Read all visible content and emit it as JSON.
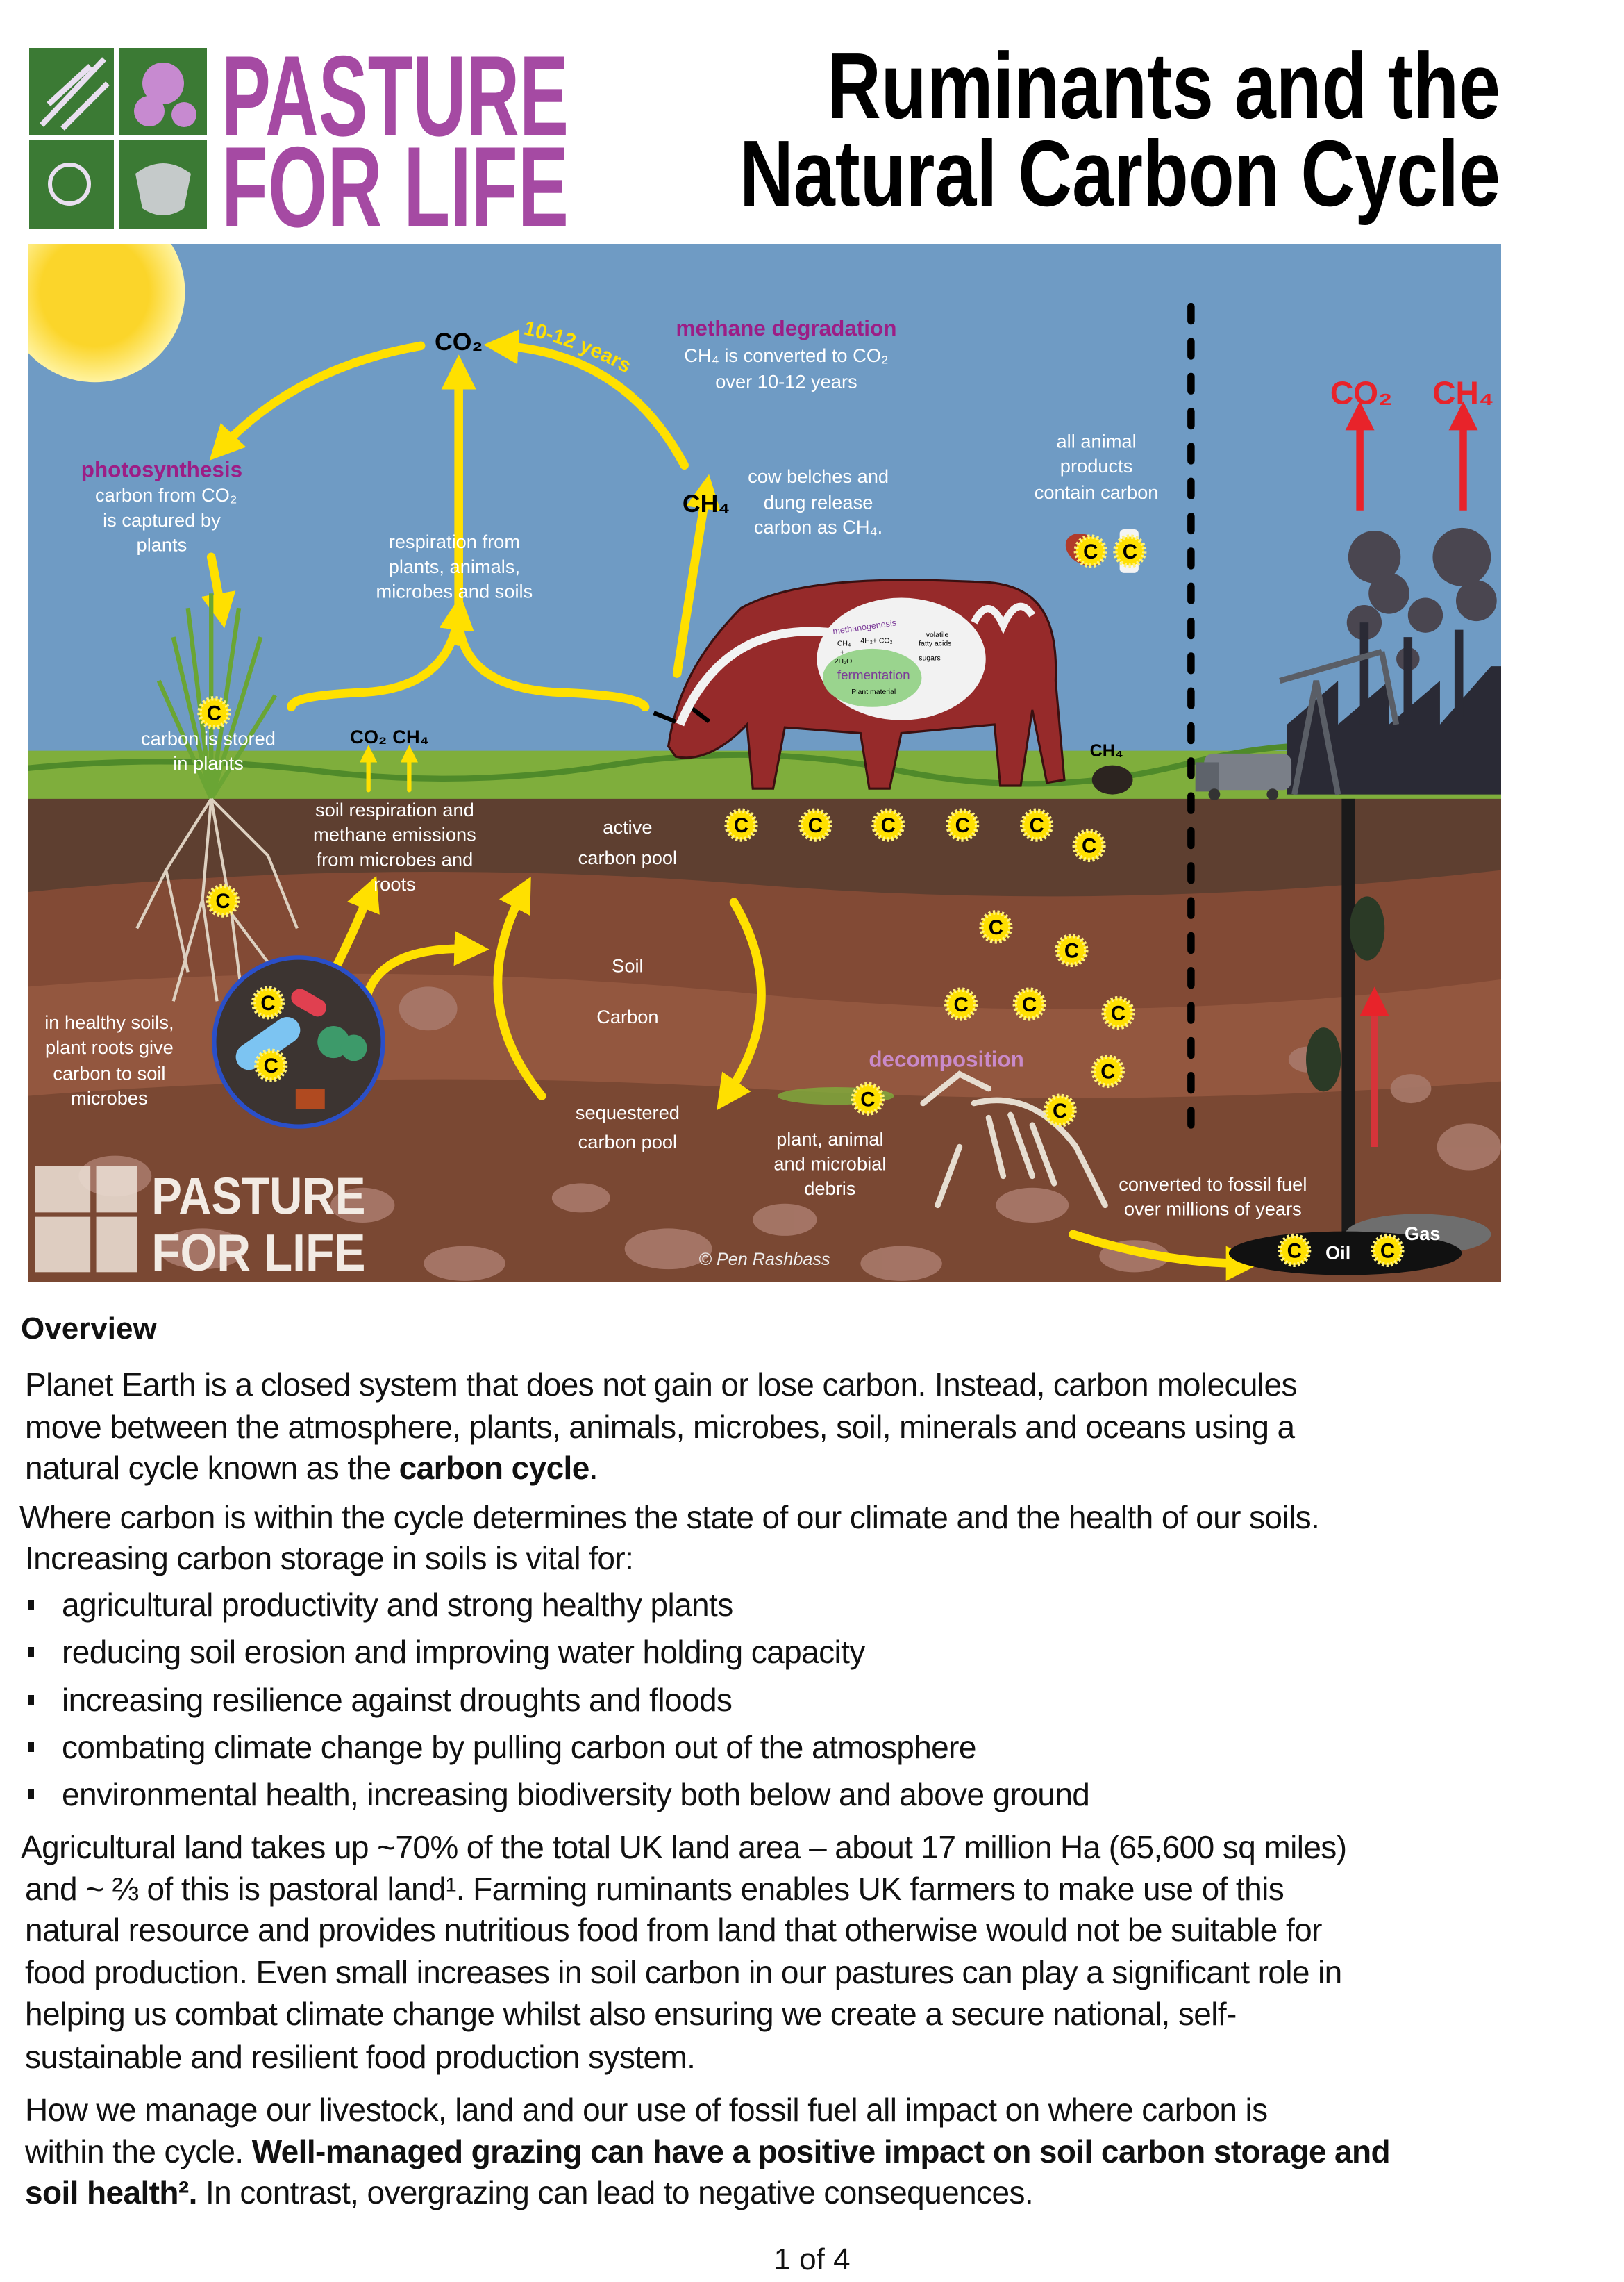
{
  "header": {
    "logo_line1": "PASTURE",
    "logo_line2": "FOR LIFE",
    "title_line1": "Ruminants and the",
    "title_line2": "Natural Carbon Cycle"
  },
  "colors": {
    "logo_purple": "#a54aa3",
    "logo_green": "#3b7a34",
    "sky": "#6f9bc4",
    "arrow_yellow": "#ffe000",
    "label_purple": "#9c1e86",
    "emission_red": "#e8232a",
    "cow_red": "#962a2a"
  },
  "diagram": {
    "carbon_symbol": "C",
    "top_co2": "CO₂",
    "cycle_years": "10-12 years",
    "methane_degradation": {
      "title": "methane degradation",
      "line1": "CH₄ is converted to CO₂",
      "line2": "over 10-12 years"
    },
    "photosynthesis": {
      "title": "photosynthesis",
      "line1": "carbon from CO₂",
      "line2": "is captured by",
      "line3": "plants"
    },
    "respiration": {
      "line1": "respiration from",
      "line2": "plants, animals,",
      "line3": "microbes and soils"
    },
    "ch4_label": "CH₄",
    "cow_belches": {
      "line1": "cow belches and",
      "line2": "dung release",
      "line3": "carbon as CH₄."
    },
    "animal_products": {
      "line1": "all animal",
      "line2": "products",
      "line3": "contain carbon"
    },
    "fossil_emissions": {
      "co2": "CO₂",
      "ch4": "CH₄"
    },
    "carbon_stored": {
      "line1": "carbon is stored",
      "line2": "in plants"
    },
    "ground_emissions": {
      "co2": "CO₂",
      "ch4": "CH₄"
    },
    "dung_ch4": "CH₄",
    "rumen": {
      "methanogenesis": "methanogenesis",
      "ch4": "CH₄",
      "plus": "+",
      "water": "2H₂O",
      "h2_co2": "4H₂+ CO₂",
      "vfa_line1": "volatile",
      "vfa_line2": "fatty acids",
      "sugars": "sugars",
      "fermentation": "fermentation",
      "plant_material": "Plant material"
    },
    "soil_respiration": {
      "line1": "soil respiration and",
      "line2": "methane emissions",
      "line3": "from microbes and",
      "line4": "roots"
    },
    "active_pool": {
      "line1": "active",
      "line2": "carbon pool"
    },
    "soil_carbon": {
      "line1": "Soil",
      "line2": "Carbon"
    },
    "sequestered_pool": {
      "line1": "sequestered",
      "line2": "carbon pool"
    },
    "healthy_soils": {
      "line1": "in healthy soils,",
      "line2": "plant roots give",
      "line3": "carbon to soil",
      "line4": "microbes"
    },
    "decomposition": "decomposition",
    "debris": {
      "line1": "plant, animal",
      "line2": "and microbial",
      "line3": "debris"
    },
    "fossil_fuel": {
      "line1": "converted to fossil  fuel",
      "line2": "over millions of years"
    },
    "oil": "Oil",
    "gas": "Gas",
    "credit": "© Pen Rashbass",
    "watermark_line1": "PASTURE",
    "watermark_line2": "FOR LIFE"
  },
  "overview": {
    "heading": "Overview",
    "p1": {
      "line1": "Planet Earth is a closed system that does not gain or lose carbon. Instead, carbon molecules",
      "line2": "move between the atmosphere, plants, animals, microbes, soil, minerals and oceans using a",
      "line3_a": "natural cycle known as the ",
      "line3_bold": "carbon cycle",
      "line3_b": "."
    },
    "p2": {
      "line1": "Where carbon is within the cycle determines the state of our climate and the health of our soils.",
      "line2": "Increasing carbon storage in soils is vital for:"
    },
    "bullets": [
      "agricultural productivity and strong healthy plants",
      "reducing soil erosion and improving water holding capacity",
      "increasing resilience against droughts and floods",
      "combating climate change by pulling carbon out of the atmosphere",
      "environmental health, increasing biodiversity both below and above ground"
    ],
    "p3": {
      "line1": "Agricultural land takes up ~70% of the total UK land area – about 17 million Ha (65,600 sq miles)",
      "line2": "and ~ ⅔ of this is pastoral land¹. Farming ruminants enables UK farmers to make use of this",
      "line3": "natural resource and provides nutritious food from land that otherwise would not be suitable for",
      "line4": "food production. Even small increases in soil carbon in our pastures can play a significant role in",
      "line5": "helping us combat climate change whilst also ensuring we create a secure national, self-",
      "line6": "sustainable and resilient food production system."
    },
    "p4": {
      "line1": "How we manage our livestock, land and our use of fossil fuel all impact on where carbon is",
      "line2_a": "within the cycle. ",
      "line2_bold": "Well-managed grazing can have a positive impact on soil carbon storage and",
      "line3_bold": "soil health².",
      "line3_b": " In contrast, overgrazing can lead to negative consequences."
    }
  },
  "footer": {
    "page_number": "1 of 4"
  }
}
